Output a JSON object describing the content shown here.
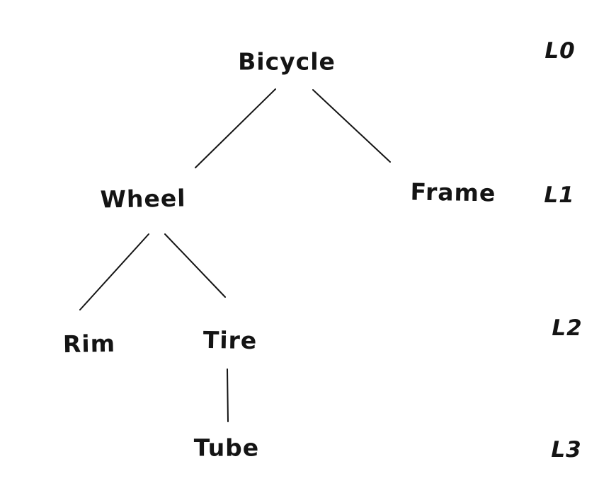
{
  "diagram": {
    "type": "tree",
    "style": "hand-drawn",
    "ink_color": "#141414",
    "background_color": "#ffffff",
    "nodes": [
      {
        "id": "bicycle",
        "label": "Bicycle",
        "level": 0
      },
      {
        "id": "wheel",
        "label": "Wheel",
        "level": 1
      },
      {
        "id": "frame",
        "label": "Frame",
        "level": 1
      },
      {
        "id": "rim",
        "label": "Rim",
        "level": 2
      },
      {
        "id": "tire",
        "label": "Tire",
        "level": 2
      },
      {
        "id": "tube",
        "label": "Tube",
        "level": 3
      }
    ],
    "edges": [
      {
        "from": "bicycle",
        "to": "wheel"
      },
      {
        "from": "bicycle",
        "to": "frame"
      },
      {
        "from": "wheel",
        "to": "rim"
      },
      {
        "from": "wheel",
        "to": "tire"
      },
      {
        "from": "tire",
        "to": "tube"
      }
    ],
    "level_labels": [
      {
        "label": "L0"
      },
      {
        "label": "L1"
      },
      {
        "label": "L2"
      },
      {
        "label": "L3"
      }
    ]
  }
}
